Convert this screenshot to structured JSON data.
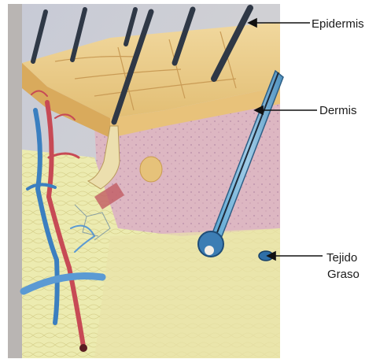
{
  "labels": {
    "epidermis": "Epidermis",
    "dermis": "Dermis",
    "fat_line1": "Tejido",
    "fat_line2": "Graso"
  }
}
